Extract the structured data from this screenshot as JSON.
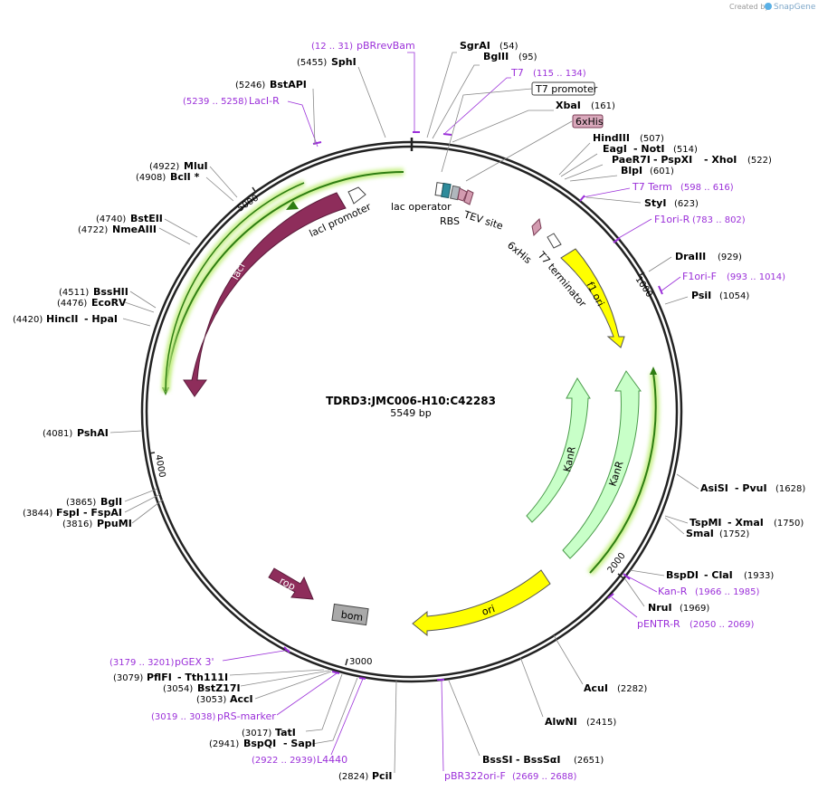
{
  "creator": {
    "prefix": "Created by",
    "brand": "SnapGene"
  },
  "plasmid": {
    "name": "TDRD3:JMC006-H10:C42283",
    "length": "5549 bp"
  },
  "ticks": [
    "1000",
    "2000",
    "3000",
    "4000",
    "5000"
  ],
  "features": {
    "lacI": "lacI",
    "lacI_promoter": "lacI promoter",
    "lac_operator": "lac operator",
    "rbs": "RBS",
    "tev_site": "TEV site",
    "his_6x": "6xHis",
    "t7_terminator": "T7 terminator",
    "f1_ori": "f1 ori",
    "kanr_1": "KanR",
    "kanr_2": "KanR",
    "ori": "ori",
    "rop": "rop",
    "bom": "bom",
    "t7_promoter": "T7 promoter",
    "his_6x_box": "6xHis"
  },
  "enzymes": {
    "sgrai": {
      "name": "SgrAI",
      "pos": "(54)"
    },
    "bglii": {
      "name": "BglII",
      "pos": "(95)"
    },
    "xbai": {
      "name": "XbaI",
      "pos": "(161)"
    },
    "hindiii": {
      "name": "HindIII",
      "pos": "(507)"
    },
    "eagi_noti": {
      "name1": "EagI",
      "name2": "- NotI",
      "pos": "(514)"
    },
    "paer7i": {
      "name1": "PaeR7I",
      "name2": "- PspXI",
      "name3": "- XhoI",
      "pos": "(522)"
    },
    "blpi": {
      "name": "BlpI",
      "pos": "(601)"
    },
    "styi": {
      "name": "StyI",
      "pos": "(623)"
    },
    "draiii": {
      "name": "DraIII",
      "pos": "(929)"
    },
    "psii": {
      "name": "PsiI",
      "pos": "(1054)"
    },
    "asisi": {
      "name1": "AsiSI",
      "name2": "- PvuI",
      "pos": "(1628)"
    },
    "tspmi": {
      "name1": "TspMI",
      "name2": "- XmaI",
      "pos": "(1750)"
    },
    "smai": {
      "name": "SmaI",
      "pos": "(1752)"
    },
    "bspdi": {
      "name1": "BspDI",
      "name2": "- ClaI",
      "pos": "(1933)"
    },
    "nrui": {
      "name": "NruI",
      "pos": "(1969)"
    },
    "acui": {
      "name": "AcuI",
      "pos": "(2282)"
    },
    "alwni": {
      "name": "AlwNI",
      "pos": "(2415)"
    },
    "bsssi": {
      "name1": "BssSI",
      "name2": "- BssSαI",
      "pos": "(2651)"
    },
    "pcii": {
      "name": "PciI",
      "pos": "(2824)"
    },
    "bspqi": {
      "name1": "BspQI",
      "name2": "- SapI",
      "pos": "(2941)"
    },
    "tati": {
      "name": "TatI",
      "pos": "(3017)"
    },
    "acci": {
      "name": "AccI",
      "pos": "(3053)"
    },
    "bstz17i": {
      "name": "BstZ17I",
      "pos": "(3054)"
    },
    "pflfi": {
      "name1": "PflFI",
      "name2": "- Tth111I",
      "pos": "(3079)"
    },
    "ppumi": {
      "name": "PpuMI",
      "pos": "(3816)"
    },
    "fspi": {
      "name1": "FspI",
      "name2": "- FspAI",
      "pos": "(3844)"
    },
    "bgli": {
      "name": "BglI",
      "pos": "(3865)"
    },
    "pshai": {
      "name": "PshAI",
      "pos": "(4081)"
    },
    "hincii": {
      "name1": "HincII",
      "name2": "- HpaI",
      "pos": "(4420)"
    },
    "ecorv": {
      "name": "EcoRV",
      "pos": "(4476)"
    },
    "bsshii": {
      "name": "BssHII",
      "pos": "(4511)"
    },
    "nmeaiii": {
      "name": "NmeAIII",
      "pos": "(4722)"
    },
    "bsteii": {
      "name": "BstEII",
      "pos": "(4740)"
    },
    "bcli": {
      "name": "BclI *",
      "pos": "(4908)"
    },
    "mlui": {
      "name": "MluI",
      "pos": "(4922)"
    },
    "bstapi": {
      "name": "BstAPI",
      "pos": "(5246)"
    },
    "sphi": {
      "name": "SphI",
      "pos": "(5455)"
    }
  },
  "primers": {
    "pbrrevbam": {
      "name": "pBRrevBam",
      "pos": "(12 .. 31)"
    },
    "t7": {
      "name": "T7",
      "pos": "(115 .. 134)"
    },
    "laci_r": {
      "name": "LacI-R",
      "pos": "(5239 .. 5258)"
    },
    "t7_term": {
      "name": "T7 Term",
      "pos": "(598 .. 616)"
    },
    "f1ori_r": {
      "name": "F1ori-R",
      "pos": "(783 .. 802)"
    },
    "f1ori_f": {
      "name": "F1ori-F",
      "pos": "(993 .. 1014)"
    },
    "kan_r": {
      "name": "Kan-R",
      "pos": "(1966 .. 1985)"
    },
    "pentr_r": {
      "name": "pENTR-R",
      "pos": "(2050 .. 2069)"
    },
    "pbr322ori_f": {
      "name": "pBR322ori-F",
      "pos": "(2669 .. 2688)"
    },
    "l4440": {
      "name": "L4440",
      "pos": "(2922 .. 2939)"
    },
    "prs_marker": {
      "name": "pRS-marker",
      "pos": "(3019 .. 3038)"
    },
    "pgex3": {
      "name": "pGEX 3'",
      "pos": "(3179 .. 3201)"
    }
  },
  "colors": {
    "backbone": "#222222",
    "primer": "#9b30d9",
    "laci": "#8e2d5b",
    "f1_ori": "#ffff00",
    "kanr": "#c8ffc8",
    "bom": "#a9a9a9",
    "promoter": "#ffffff",
    "green_arrow": "#2e7d12"
  }
}
